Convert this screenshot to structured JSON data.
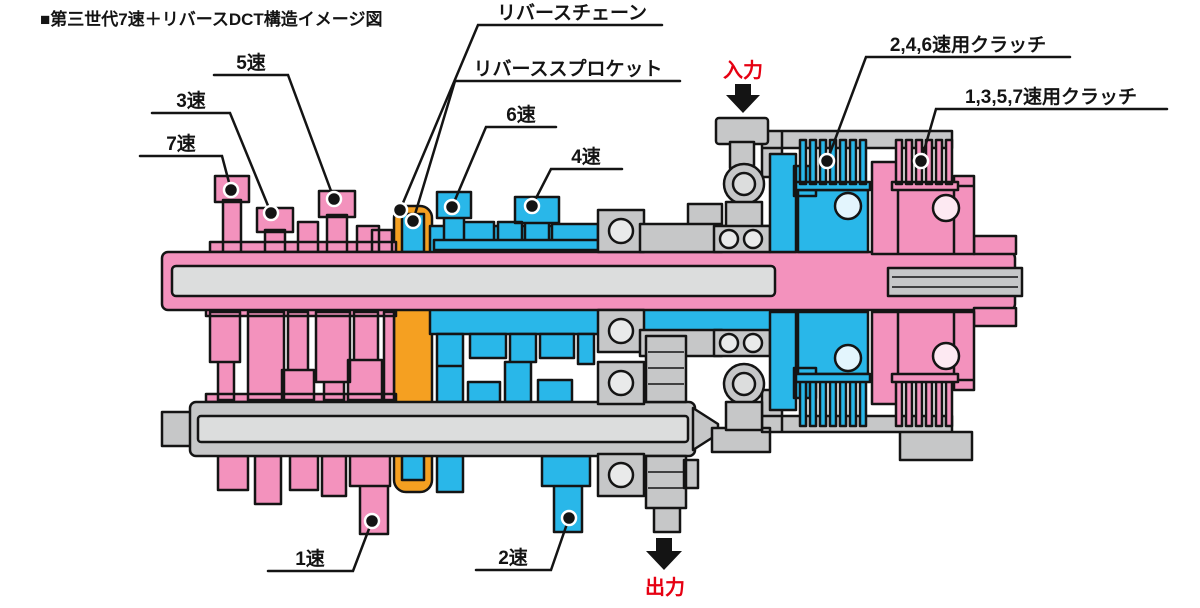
{
  "title": "■第三世代7速＋リバースDCT構造イメージ図",
  "callouts": {
    "reverse_chain": "リバースチェーン",
    "reverse_sprocket": "リバーススプロケット",
    "gear_5": "5速",
    "gear_3": "3速",
    "gear_7": "7速",
    "gear_6": "6速",
    "gear_4": "4速",
    "gear_1": "1速",
    "gear_2": "2速",
    "clutch_246": "2,4,6速用クラッチ",
    "clutch_1357": "1,3,5,7速用クラッチ"
  },
  "flow": {
    "input": "入力",
    "output": "出力"
  },
  "colors": {
    "pink": "#F392BD",
    "blue": "#29B7E9",
    "orange": "#F5A021",
    "gray": "#C6C7C8",
    "graylight": "#DCDDDD",
    "line": "#141414",
    "red": "#E60012",
    "white": "#FFFFFF"
  }
}
